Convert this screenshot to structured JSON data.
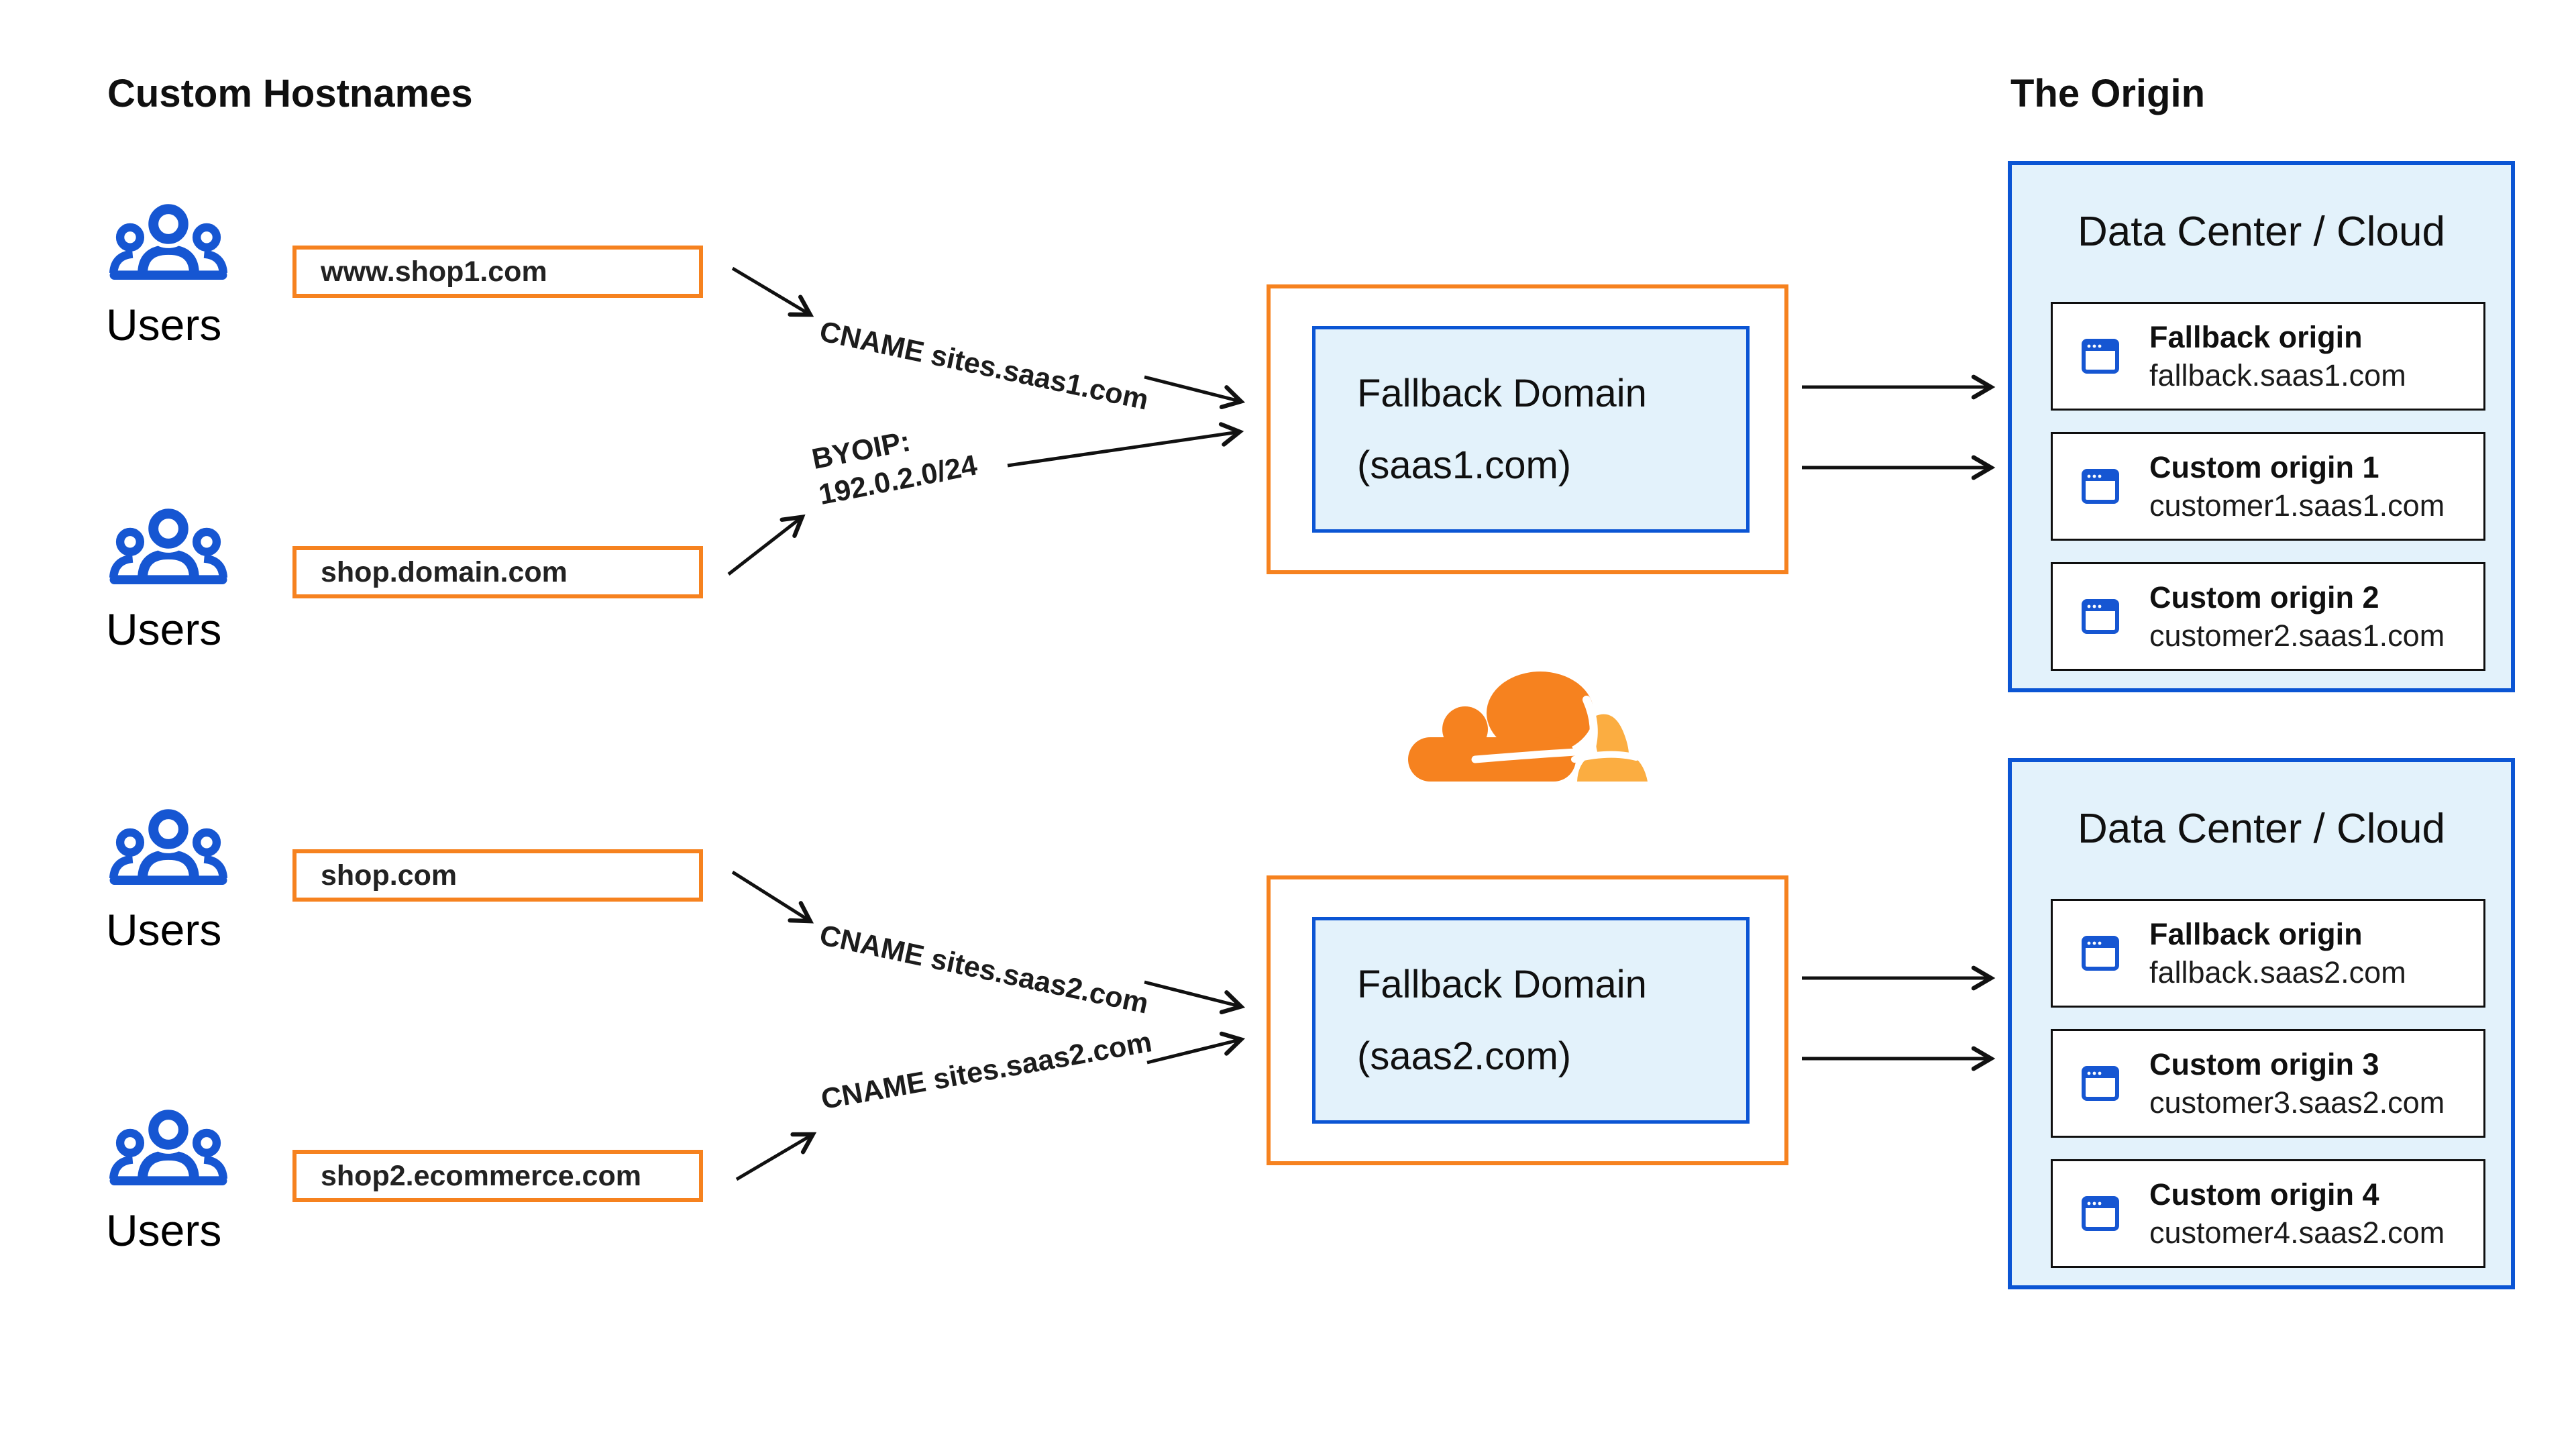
{
  "colors": {
    "orange": "#F6821F",
    "blue": "#0B55D4",
    "light_blue": "#E3F2FB",
    "icon_blue": "#1656D2",
    "light_orange": "#FBAD41",
    "arrow": "#111111"
  },
  "headings": {
    "custom_hostnames": "Custom Hostnames",
    "the_origin": "The Origin"
  },
  "users_label": "Users",
  "hostnames": [
    "www.shop1.com",
    "shop.domain.com",
    "shop.com",
    "shop2.ecommerce.com"
  ],
  "route_labels": {
    "cname_saas1": "CNAME sites.saas1.com",
    "byoip_line1": "BYOIP:",
    "byoip_line2": "192.0.2.0/24",
    "cname_saas2_upper": "CNAME sites.saas2.com",
    "cname_saas2_lower": "CNAME sites.saas2.com"
  },
  "fallback_domains": [
    {
      "title": "Fallback Domain",
      "domain": "(saas1.com)"
    },
    {
      "title": "Fallback Domain",
      "domain": "(saas2.com)"
    }
  ],
  "data_centers": [
    {
      "title": "Data Center / Cloud",
      "origins": [
        {
          "name": "Fallback origin",
          "host": "fallback.saas1.com"
        },
        {
          "name": "Custom origin 1",
          "host": "customer1.saas1.com"
        },
        {
          "name": "Custom origin 2",
          "host": "customer2.saas1.com"
        }
      ]
    },
    {
      "title": "Data Center / Cloud",
      "origins": [
        {
          "name": "Fallback origin",
          "host": "fallback.saas2.com"
        },
        {
          "name": "Custom origin 3",
          "host": "customer3.saas2.com"
        },
        {
          "name": "Custom origin 4",
          "host": "customer4.saas2.com"
        }
      ]
    }
  ],
  "logo_name": "cloudflare-logo"
}
